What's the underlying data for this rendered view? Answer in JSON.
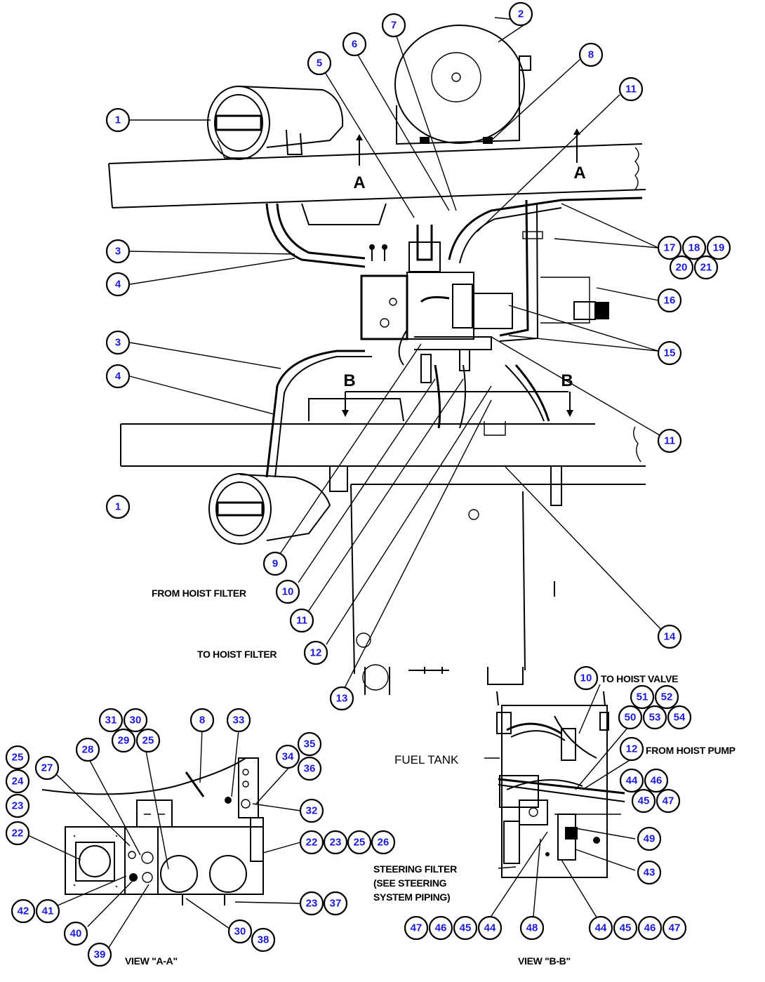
{
  "diagram": {
    "section_markers": {
      "a": "A",
      "b": "B"
    },
    "labels": {
      "from_hoist_filter": "FROM HOIST FILTER",
      "to_hoist_filter": "TO HOIST FILTER",
      "to_hoist_valve": "TO HOIST VALVE",
      "from_hoist_pump": "FROM HOIST PUMP",
      "fuel_tank": "FUEL TANK",
      "steering_filter_line1": "STEERING FILTER",
      "steering_filter_line2": "(SEE STEERING",
      "steering_filter_line3": "SYSTEM PIPING)",
      "view_aa": "VIEW \"A-A\"",
      "view_bb": "VIEW \"B-B\""
    },
    "callouts": {
      "c1a": "1",
      "c1b": "1",
      "c2": "2",
      "c3a": "3",
      "c3b": "3",
      "c4a": "4",
      "c4b": "4",
      "c5": "5",
      "c6": "6",
      "c7": "7",
      "c8a": "8",
      "c8b": "8",
      "c9": "9",
      "c10a": "10",
      "c10b": "10",
      "c11a": "11",
      "c11b": "11",
      "c11c": "11",
      "c12a": "12",
      "c12b": "12",
      "c13": "13",
      "c14": "14",
      "c15": "15",
      "c16": "16",
      "c17": "17",
      "c18": "18",
      "c19": "19",
      "c20": "20",
      "c21": "21",
      "c22a": "22",
      "c22b": "22",
      "c23a": "23",
      "c23b": "23",
      "c23c": "23",
      "c24": "24",
      "c25a": "25",
      "c25b": "25",
      "c25c": "25",
      "c26": "26",
      "c27": "27",
      "c28": "28",
      "c29": "29",
      "c30a": "30",
      "c30b": "30",
      "c31": "31",
      "c32": "32",
      "c33": "33",
      "c34": "34",
      "c35": "35",
      "c36": "36",
      "c37": "37",
      "c38": "38",
      "c39": "39",
      "c40": "40",
      "c41": "41",
      "c42": "42",
      "c43": "43",
      "c44a": "44",
      "c44b": "44",
      "c44c": "44",
      "c45a": "45",
      "c45b": "45",
      "c45c": "45",
      "c46a": "46",
      "c46b": "46",
      "c46c": "46",
      "c47a": "47",
      "c47b": "47",
      "c47c": "47",
      "c48": "48",
      "c49": "49",
      "c50": "50",
      "c51": "51",
      "c52": "52",
      "c53": "53",
      "c54": "54"
    }
  }
}
